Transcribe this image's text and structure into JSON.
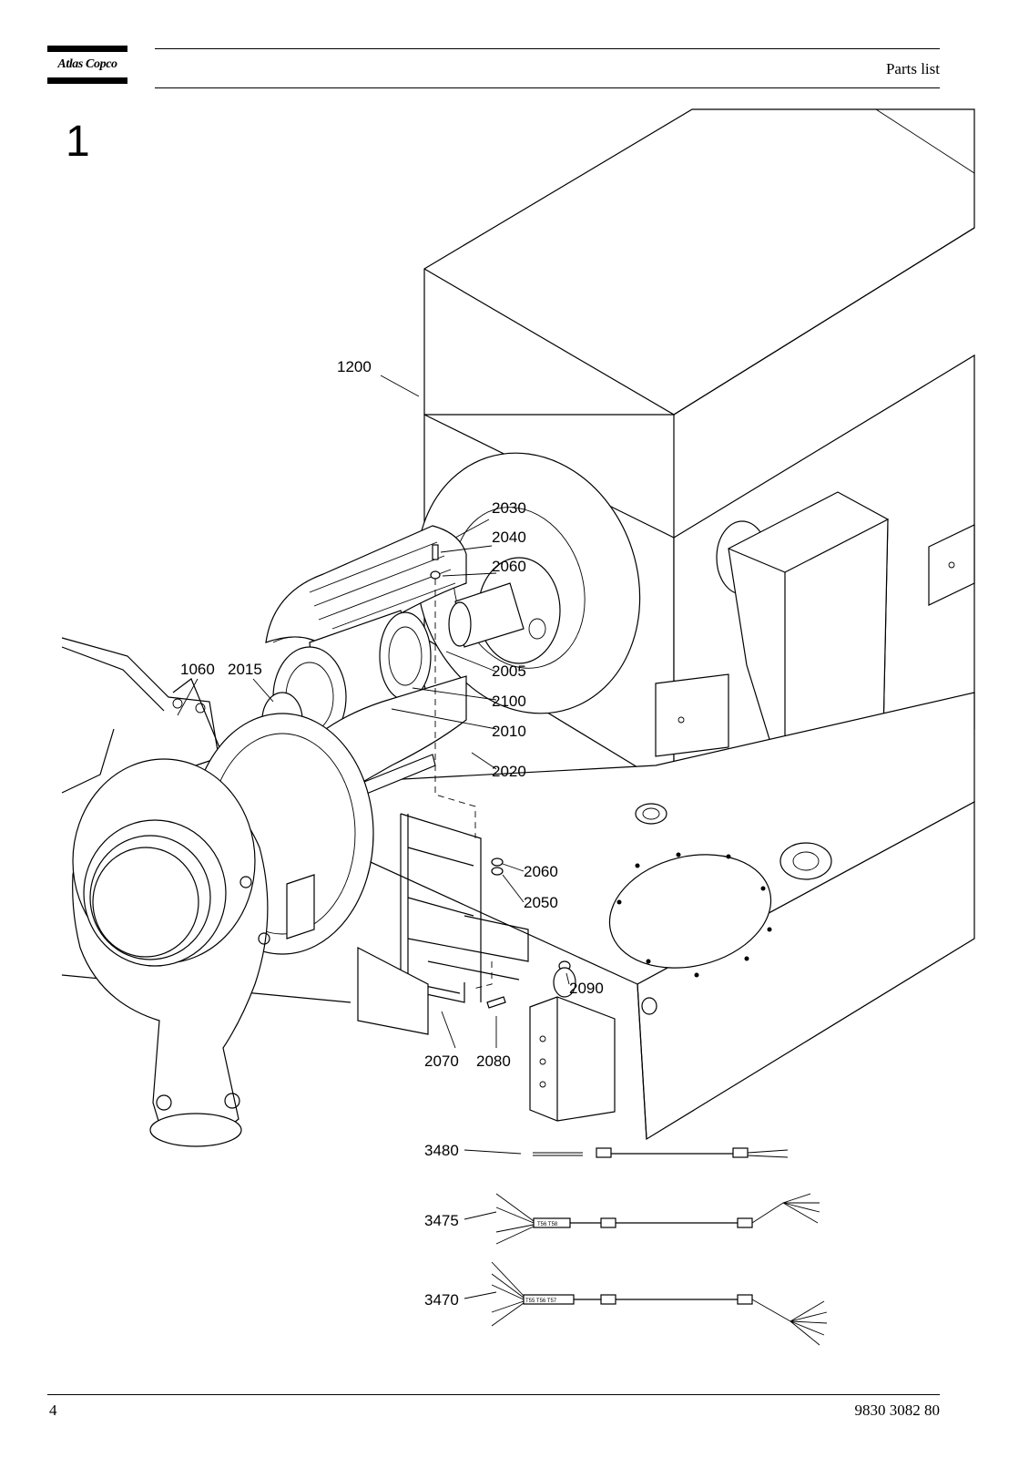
{
  "header": {
    "logo_text": "Atlas Copco",
    "section_title": "Parts list"
  },
  "figure": {
    "number": "1",
    "callouts": [
      "1200",
      "2030",
      "2040",
      "2060",
      "1060",
      "2015",
      "2005",
      "2100",
      "2010",
      "2020",
      "2060",
      "2050",
      "2090",
      "2070",
      "2080",
      "3480",
      "3475",
      "3470"
    ],
    "cable_labels": [
      "T56   T58",
      "T55 T56 T57"
    ]
  },
  "footer": {
    "page_number": "4",
    "document_number": "9830 3082 80"
  }
}
